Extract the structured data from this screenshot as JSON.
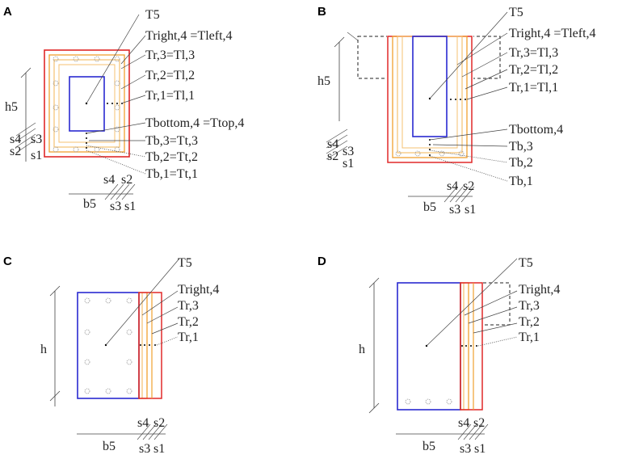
{
  "panels": {
    "A": {
      "letter": "A",
      "labels": {
        "T5": "T5",
        "right4": "Tright,4 =Tleft,4",
        "r3": "Tr,3=Tl,3",
        "r2": "Tr,2=Tl,2",
        "r1": "Tr,1=Tl,1",
        "bottom4": "Tbottom,4 =Ttop,4",
        "b3": "Tb,3=Tt,3",
        "b2": "Tb,2=Tt,2",
        "b1": "Tb,1=Tt,1",
        "h": "h5",
        "b": "b5",
        "s1": "s1",
        "s2": "s2",
        "s3": "s3",
        "s4": "s4"
      }
    },
    "B": {
      "letter": "B",
      "labels": {
        "T5": "T5",
        "right4": "Tright,4 =Tleft,4",
        "r3": "Tr,3=Tl,3",
        "r2": "Tr,2=Tl,2",
        "r1": "Tr,1=Tl,1",
        "bottom4": "Tbottom,4",
        "b3": "Tb,3",
        "b2": "Tb,2",
        "b1": "Tb,1",
        "h": "h5",
        "b": "b5",
        "s1": "s1",
        "s2": "s2",
        "s3": "s3",
        "s4": "s4"
      }
    },
    "C": {
      "letter": "C",
      "labels": {
        "T5": "T5",
        "right4": "Tright,4",
        "r3": "Tr,3",
        "r2": "Tr,2",
        "r1": "Tr,1",
        "h": "h",
        "b": "b5",
        "s1": "s1",
        "s2": "s2",
        "s3": "s3",
        "s4": "s4"
      }
    },
    "D": {
      "letter": "D",
      "labels": {
        "T5": "T5",
        "right4": "Tright,4",
        "r3": "Tr,3",
        "r2": "Tr,2",
        "r1": "Tr,1",
        "h": "h",
        "b": "b5",
        "s1": "s1",
        "s2": "s2",
        "s3": "s3",
        "s4": "s4"
      }
    }
  },
  "colors": {
    "core": "#2a2ad0",
    "layer1": "#e02828",
    "layer2": "#f0a030",
    "layer3": "#f5c070",
    "rebar": "#999999"
  }
}
